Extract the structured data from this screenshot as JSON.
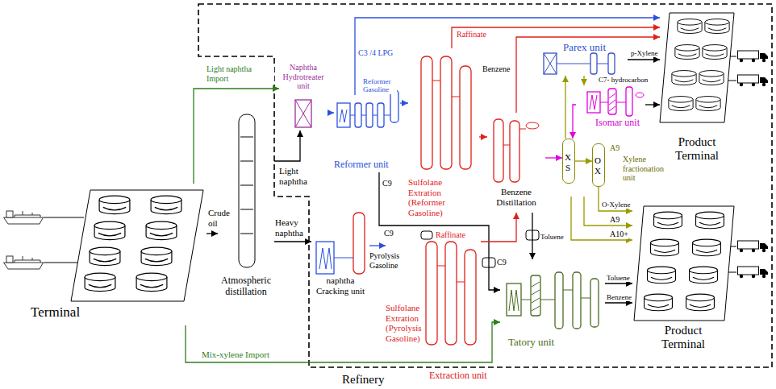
{
  "diagram": {
    "nodes": [
      {
        "text": [
          "Terminal"
        ]
      },
      {
        "text": [
          "Atmospheric distillation"
        ]
      },
      {
        "text": [
          "Naphtha Hydrotreater unit"
        ]
      },
      {
        "text": [
          "Reformer unit"
        ]
      },
      {
        "text": [
          "naphtha Cracking unit"
        ]
      },
      {
        "text": [
          "Sulfolane Extration (Reformer Gasoline)"
        ]
      },
      {
        "text": [
          "Sulfolane Extration (Pyrolysis Gasoline)"
        ]
      },
      {
        "text": [
          "Benzene Distillation"
        ]
      },
      {
        "text": [
          "Parex unit"
        ]
      },
      {
        "text": [
          "Isomar unit"
        ]
      },
      {
        "text": [
          "Xylene fractionation unit"
        ]
      },
      {
        "text": [
          "X S"
        ],
        "in": 10
      },
      {
        "text": [
          "O X"
        ],
        "in": 10
      },
      {
        "text": [
          "Tatory unit"
        ]
      },
      {
        "text": [
          "Product Terminal"
        ]
      },
      {
        "text": [
          "Product Terminal"
        ]
      }
    ],
    "edges": [
      {
        "from": 0,
        "to": 1,
        "arrow": "to",
        "label": "Crude oil"
      },
      {
        "from": 0,
        "to": 2,
        "arrow": "to",
        "label": "Light naphtha Import"
      },
      {
        "from": 1,
        "to": 2,
        "arrow": "to",
        "label": "Light naphtha"
      },
      {
        "from": 1,
        "to": 4,
        "arrow": "to",
        "label": "Heavy naphtha"
      },
      {
        "from": 2,
        "to": 3,
        "arrow": "to"
      },
      {
        "from": 3,
        "to": 5,
        "arrow": "to",
        "label": "Reformer Gasoline"
      },
      {
        "from": 3,
        "to": 14,
        "arrow": "to",
        "label": "C3 /4 LPG"
      },
      {
        "from": 3,
        "to": 13,
        "arrow": "to",
        "label": "C9"
      },
      {
        "from": 4,
        "to": 6,
        "arrow": "to",
        "label": "Pyrolysis Gasoline"
      },
      {
        "from": 5,
        "to": 14,
        "arrow": "to",
        "label": "Raffinate"
      },
      {
        "from": 5,
        "to": 7,
        "arrow": "to"
      },
      {
        "from": 6,
        "to": 7,
        "arrow": "to"
      },
      {
        "from": 7,
        "to": 14,
        "arrow": "to",
        "label": "Benzene"
      },
      {
        "from": 7,
        "to": 13,
        "arrow": "to",
        "label": "Toluene"
      },
      {
        "from": 7,
        "to": 11,
        "arrow": "to"
      },
      {
        "from": 11,
        "to": 8,
        "arrow": "to"
      },
      {
        "from": 8,
        "to": 14,
        "arrow": "to",
        "label": "p-Xylene"
      },
      {
        "from": 8,
        "to": 9,
        "arrow": "to"
      },
      {
        "from": 9,
        "to": 11,
        "arrow": "to"
      },
      {
        "from": 9,
        "to": 14,
        "arrow": "to",
        "label": "C7- hydrocarbon"
      },
      {
        "from": 11,
        "to": 12,
        "arrow": "to"
      },
      {
        "from": 12,
        "to": 15,
        "arrow": "to",
        "label": "O-Xylene"
      },
      {
        "from": 10,
        "to": 15,
        "arrow": "to",
        "label": "A9"
      },
      {
        "from": 10,
        "to": 15,
        "arrow": "to",
        "label": "A10+"
      },
      {
        "from": 13,
        "to": 15,
        "arrow": "to",
        "label": "Toluene"
      },
      {
        "from": 13,
        "to": 15,
        "arrow": "to",
        "label": "Benzene"
      },
      {
        "from": 0,
        "to": 13,
        "arrow": "to",
        "label": "Mix-xylene Import"
      }
    ],
    "labels": [
      "A9",
      "C9",
      "Raffinate",
      "C9",
      "Extraction unit",
      "Refinery"
    ]
  }
}
